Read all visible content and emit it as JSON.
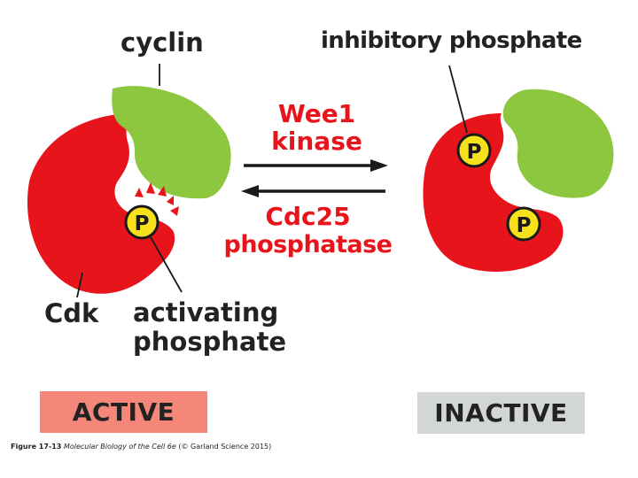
{
  "labels": {
    "cyclin": "cyclin",
    "inhibitory_phosphate": "inhibitory phosphate",
    "cdk": "Cdk",
    "activating_phosphate_line1": "activating",
    "activating_phosphate_line2": "phosphate"
  },
  "reactions": {
    "forward_line1": "Wee1",
    "forward_line2": "kinase",
    "reverse_line1": "Cdc25",
    "reverse_line2": "phosphatase"
  },
  "phosphate_symbol": "P",
  "states": {
    "active": "ACTIVE",
    "inactive": "INACTIVE"
  },
  "caption": {
    "figure": "Figure 17-13",
    "book": "Molecular Biology of the Cell 6e",
    "credit": "(© Garland Science 2015)"
  },
  "colors": {
    "cdk_red": "#e8141c",
    "cyclin_green": "#8dc63f",
    "phosphate_yellow": "#f7e11a",
    "active_box": "#f4877a",
    "inactive_box": "#d2d6d5",
    "text_red": "#e8141c"
  }
}
